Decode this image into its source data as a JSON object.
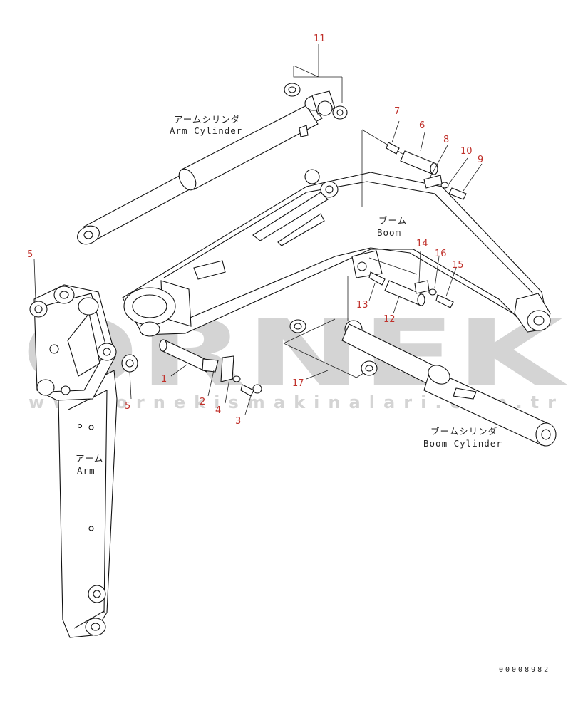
{
  "watermark": {
    "brand": "ORNEK",
    "site": "www.ornekismakinalari.com.tr",
    "color": "#d4d4d4"
  },
  "accent_color": "#c0302a",
  "labels": {
    "arm_cylinder_jp": "アームシリンダ",
    "arm_cylinder_en": "Arm Cylinder",
    "boom_jp": "ブーム",
    "boom_en": "Boom",
    "arm_jp": "アーム",
    "arm_en": "Arm",
    "boom_cylinder_jp": "ブームシリンダ",
    "boom_cylinder_en": "Boom Cylinder"
  },
  "part_numbers": {
    "p1": "1",
    "p2": "2",
    "p3": "3",
    "p4": "4",
    "p5a": "5",
    "p5b": "5",
    "p6": "6",
    "p7": "7",
    "p8": "8",
    "p9": "9",
    "p10": "10",
    "p11": "11",
    "p12": "12",
    "p13": "13",
    "p14": "14",
    "p15": "15",
    "p16": "16",
    "p17": "17"
  },
  "drawing_code": "00008982"
}
